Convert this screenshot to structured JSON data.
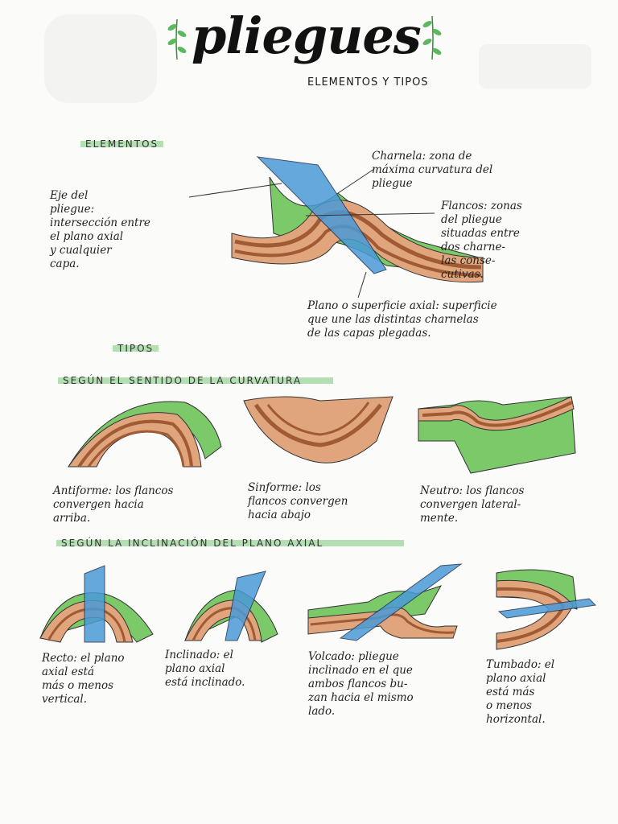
{
  "header": {
    "title": "pliegues",
    "subtitle": "ELEMENTOS Y TIPOS"
  },
  "sections": {
    "elementos": "ELEMENTOS",
    "tipos": "TIPOS",
    "curvatura": "SEGÚN EL SENTIDO DE LA CURVATURA",
    "inclinacion": "SEGÚN LA INCLINACIÓN DEL PLANO AXIAL"
  },
  "elements": {
    "eje": "Eje del\npliegue:\nintersección entre\nel plano axial\ny cualquier\ncapa.",
    "charnela": "Charnela: zona de\nmáxima curvatura del\npliegue",
    "flancos": "Flancos: zonas\ndel pliegue\nsituadas entre\ndos charne-\nlas conse-\ncutivas.",
    "plano": "Plano o superficie axial: superficie\nque une las distintas charnelas\nde las capas plegadas."
  },
  "curvature_types": {
    "antiforme": "Antiforme: los flancos\nconvergen hacia\narriba.",
    "sinforme": "Sinforme: los\nflancos convergen\nhacia abajo",
    "neutro": "Neutro: los flancos\nconvergen lateral-\nmente."
  },
  "axial_types": {
    "recto": "Recto: el plano\naxial está\nmás o menos\nvertical.",
    "inclinado": "Inclinado: el\nplano axial\nestá inclinado.",
    "volcado": "Volcado: pliegue\ninclinado en el que\nambos flancos bu-\nzan hacia el mismo\nlado.",
    "tumbado": "Tumbado: el\nplano axial\nestá más\no menos\nhorizontal."
  },
  "colors": {
    "layer_brown": "#e0a57c",
    "layer_dark": "#a05a34",
    "top_green": "#7cc96a",
    "axial_blue": "#4a9ad8",
    "highlight": "#86cf86"
  }
}
